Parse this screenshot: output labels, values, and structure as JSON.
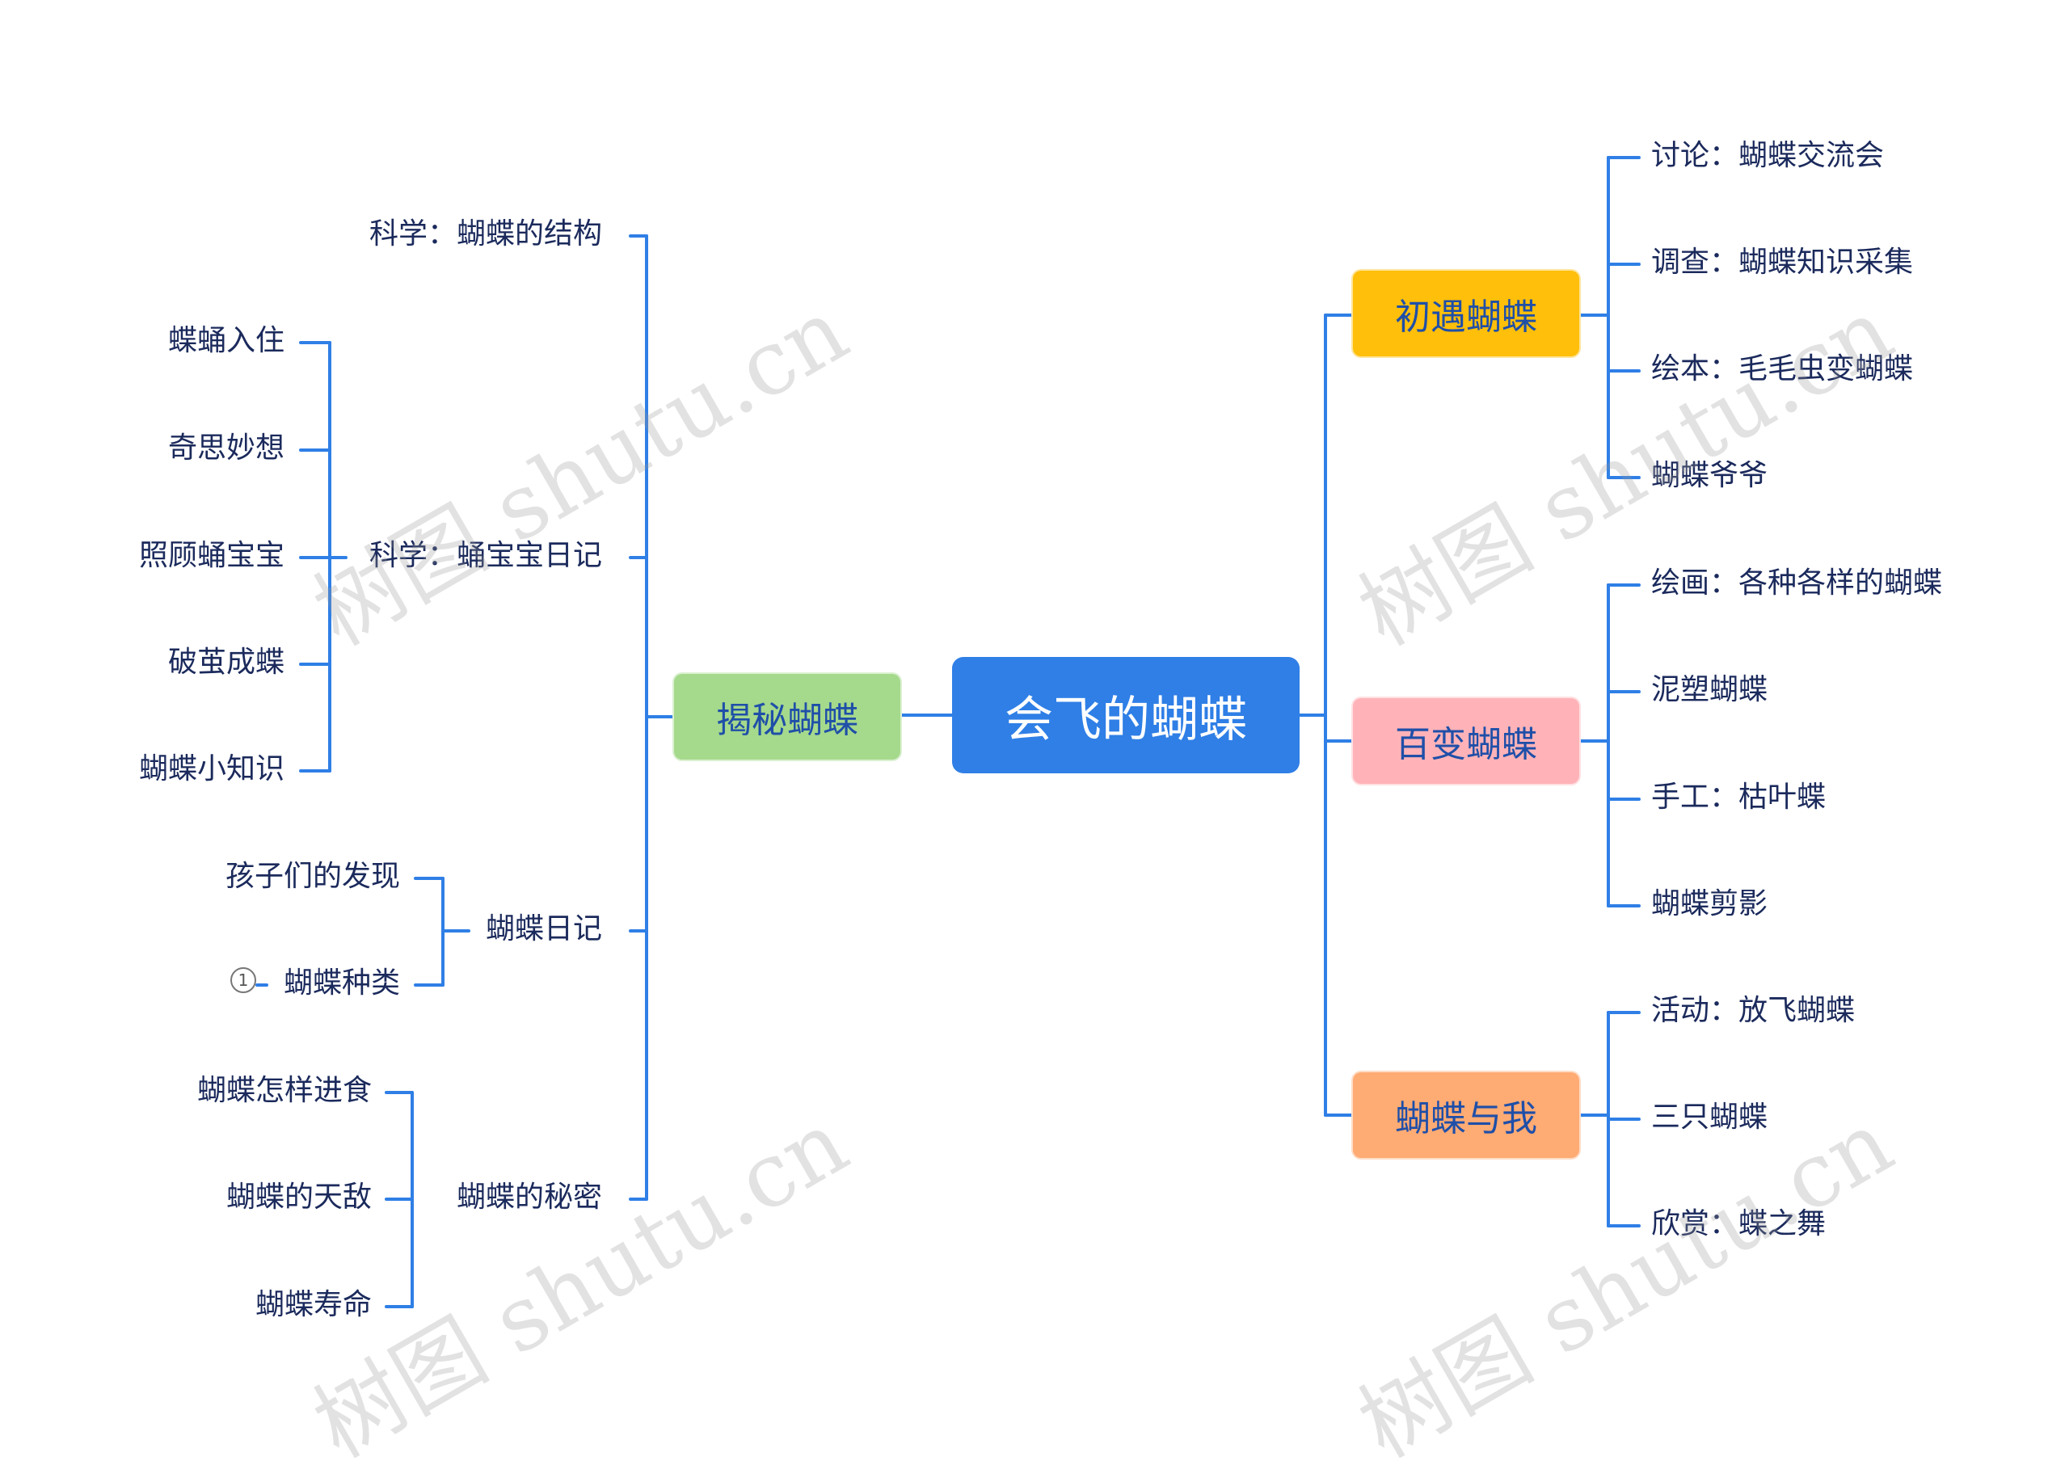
{
  "root": {
    "label": "会飞的蝴蝶"
  },
  "colors": {
    "root": "#2f7fe6",
    "line": "#2f7fe6",
    "left_main": "#a5d98c",
    "right1": "#ffbf0a",
    "right2": "#ffb3b8",
    "right3": "#ffab74"
  },
  "left": {
    "label": "揭秘蝴蝶",
    "branches": [
      {
        "label": "科学：蝴蝶的结构",
        "children": []
      },
      {
        "label": "科学：蛹宝宝日记",
        "children": [
          "蝶蛹入住",
          "奇思妙想",
          "照顾蛹宝宝",
          "破茧成蝶",
          "蝴蝶小知识"
        ]
      },
      {
        "label": "蝴蝶日记",
        "children": [
          "孩子们的发现",
          "蝴蝶种类"
        ]
      },
      {
        "label": "蝴蝶的秘密",
        "children": [
          "蝴蝶怎样进食",
          "蝴蝶的天敌",
          "蝴蝶寿命"
        ]
      }
    ]
  },
  "right": [
    {
      "label": "初遇蝴蝶",
      "children": [
        "讨论：蝴蝶交流会",
        "调查：蝴蝶知识采集",
        "绘本：毛毛虫变蝴蝶",
        "蝴蝶爷爷"
      ]
    },
    {
      "label": "百变蝴蝶",
      "children": [
        "绘画：各种各样的蝴蝶",
        "泥塑蝴蝶",
        "手工：枯叶蝶",
        "蝴蝶剪影"
      ]
    },
    {
      "label": "蝴蝶与我",
      "children": [
        "活动：放飞蝴蝶",
        "三只蝴蝶",
        "欣赏：蝶之舞"
      ]
    }
  ],
  "badge": "1",
  "watermark": "树图 shutu.cn"
}
